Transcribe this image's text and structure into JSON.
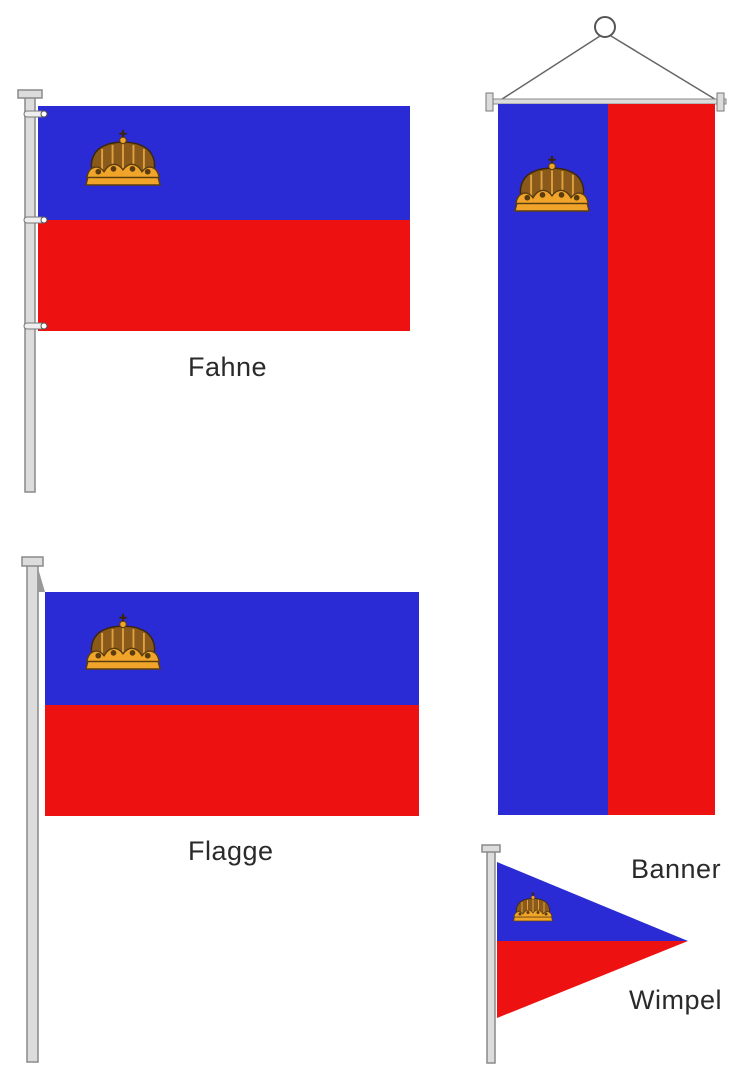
{
  "labels": {
    "fahne": "Fahne",
    "flagge": "Flagge",
    "banner": "Banner",
    "wimpel": "Wimpel"
  },
  "colors": {
    "blue": "#2b2bd6",
    "red": "#ee1111",
    "crown_gold": "#f0a52a",
    "crown_dark": "#5a3c10",
    "pole": "#dcdcdc",
    "pole_edge": "#8a8a8a"
  },
  "icons": {
    "crown": "crown-icon"
  }
}
